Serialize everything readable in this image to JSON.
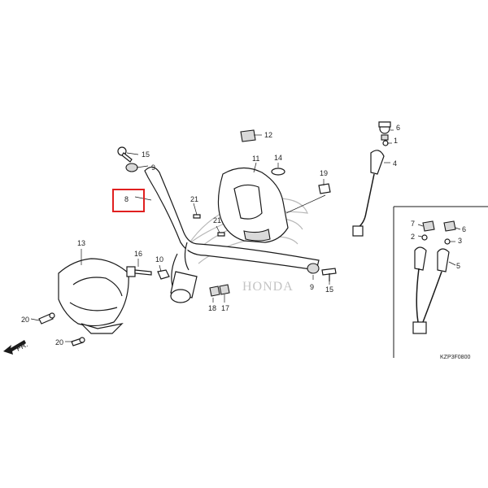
{
  "diagram": {
    "labels": {
      "l1": "1",
      "l2": "2",
      "l3": "3",
      "l4": "4",
      "l5": "5",
      "l6": "6",
      "l6b": "6",
      "l7": "7",
      "l8": "8",
      "l9a": "9",
      "l9b": "9",
      "l10": "10",
      "l11": "11",
      "l12": "12",
      "l13": "13",
      "l14": "14",
      "l15a": "15",
      "l15b": "15",
      "l16": "16",
      "l17": "17",
      "l18": "18",
      "l19": "19",
      "l20a": "20",
      "l20b": "20",
      "l21a": "21",
      "l21b": "21"
    },
    "fr_label": "FR.",
    "watermark_text": "HONDA",
    "diagram_code": "KZP3F0800",
    "highlight": {
      "part": "8",
      "color": "#e02020"
    }
  }
}
